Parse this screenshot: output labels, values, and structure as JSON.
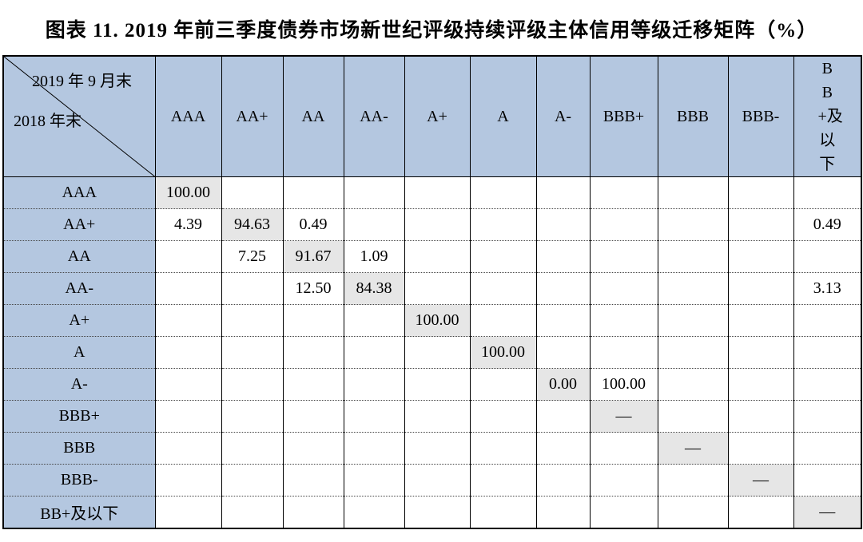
{
  "title": "图表 11.   2019 年前三季度债券市场新世纪评级持续评级主体信用等级迁移矩阵（%）",
  "table": {
    "corner_top": "2019 年 9 月末",
    "corner_bottom": "2018 年末",
    "columns": [
      "AAA",
      "AA+",
      "AA",
      "AA-",
      "A+",
      "A",
      "A-",
      "BBB+",
      "BBB",
      "BBB-",
      "BB+及以下"
    ],
    "rows": [
      {
        "label": "AAA",
        "cells": [
          "100.00",
          "",
          "",
          "",
          "",
          "",
          "",
          "",
          "",
          "",
          ""
        ]
      },
      {
        "label": "AA+",
        "cells": [
          "4.39",
          "94.63",
          "0.49",
          "",
          "",
          "",
          "",
          "",
          "",
          "",
          "0.49"
        ]
      },
      {
        "label": "AA",
        "cells": [
          "",
          "7.25",
          "91.67",
          "1.09",
          "",
          "",
          "",
          "",
          "",
          "",
          ""
        ]
      },
      {
        "label": "AA-",
        "cells": [
          "",
          "",
          "12.50",
          "84.38",
          "",
          "",
          "",
          "",
          "",
          "",
          "3.13"
        ]
      },
      {
        "label": "A+",
        "cells": [
          "",
          "",
          "",
          "",
          "100.00",
          "",
          "",
          "",
          "",
          "",
          ""
        ]
      },
      {
        "label": "A",
        "cells": [
          "",
          "",
          "",
          "",
          "",
          "100.00",
          "",
          "",
          "",
          "",
          ""
        ]
      },
      {
        "label": "A-",
        "cells": [
          "",
          "",
          "",
          "",
          "",
          "",
          "0.00",
          "100.00",
          "",
          "",
          ""
        ]
      },
      {
        "label": "BBB+",
        "cells": [
          "",
          "",
          "",
          "",
          "",
          "",
          "",
          "—",
          "",
          "",
          ""
        ]
      },
      {
        "label": "BBB",
        "cells": [
          "",
          "",
          "",
          "",
          "",
          "",
          "",
          "",
          "—",
          "",
          ""
        ]
      },
      {
        "label": "BBB-",
        "cells": [
          "",
          "",
          "",
          "",
          "",
          "",
          "",
          "",
          "",
          "—",
          ""
        ]
      },
      {
        "label": "BB+及以下",
        "cells": [
          "",
          "",
          "",
          "",
          "",
          "",
          "",
          "",
          "",
          "",
          "—"
        ]
      }
    ]
  },
  "colors": {
    "header_bg": "#b4c7e0",
    "diagonal_bg": "#e6e6e6"
  }
}
